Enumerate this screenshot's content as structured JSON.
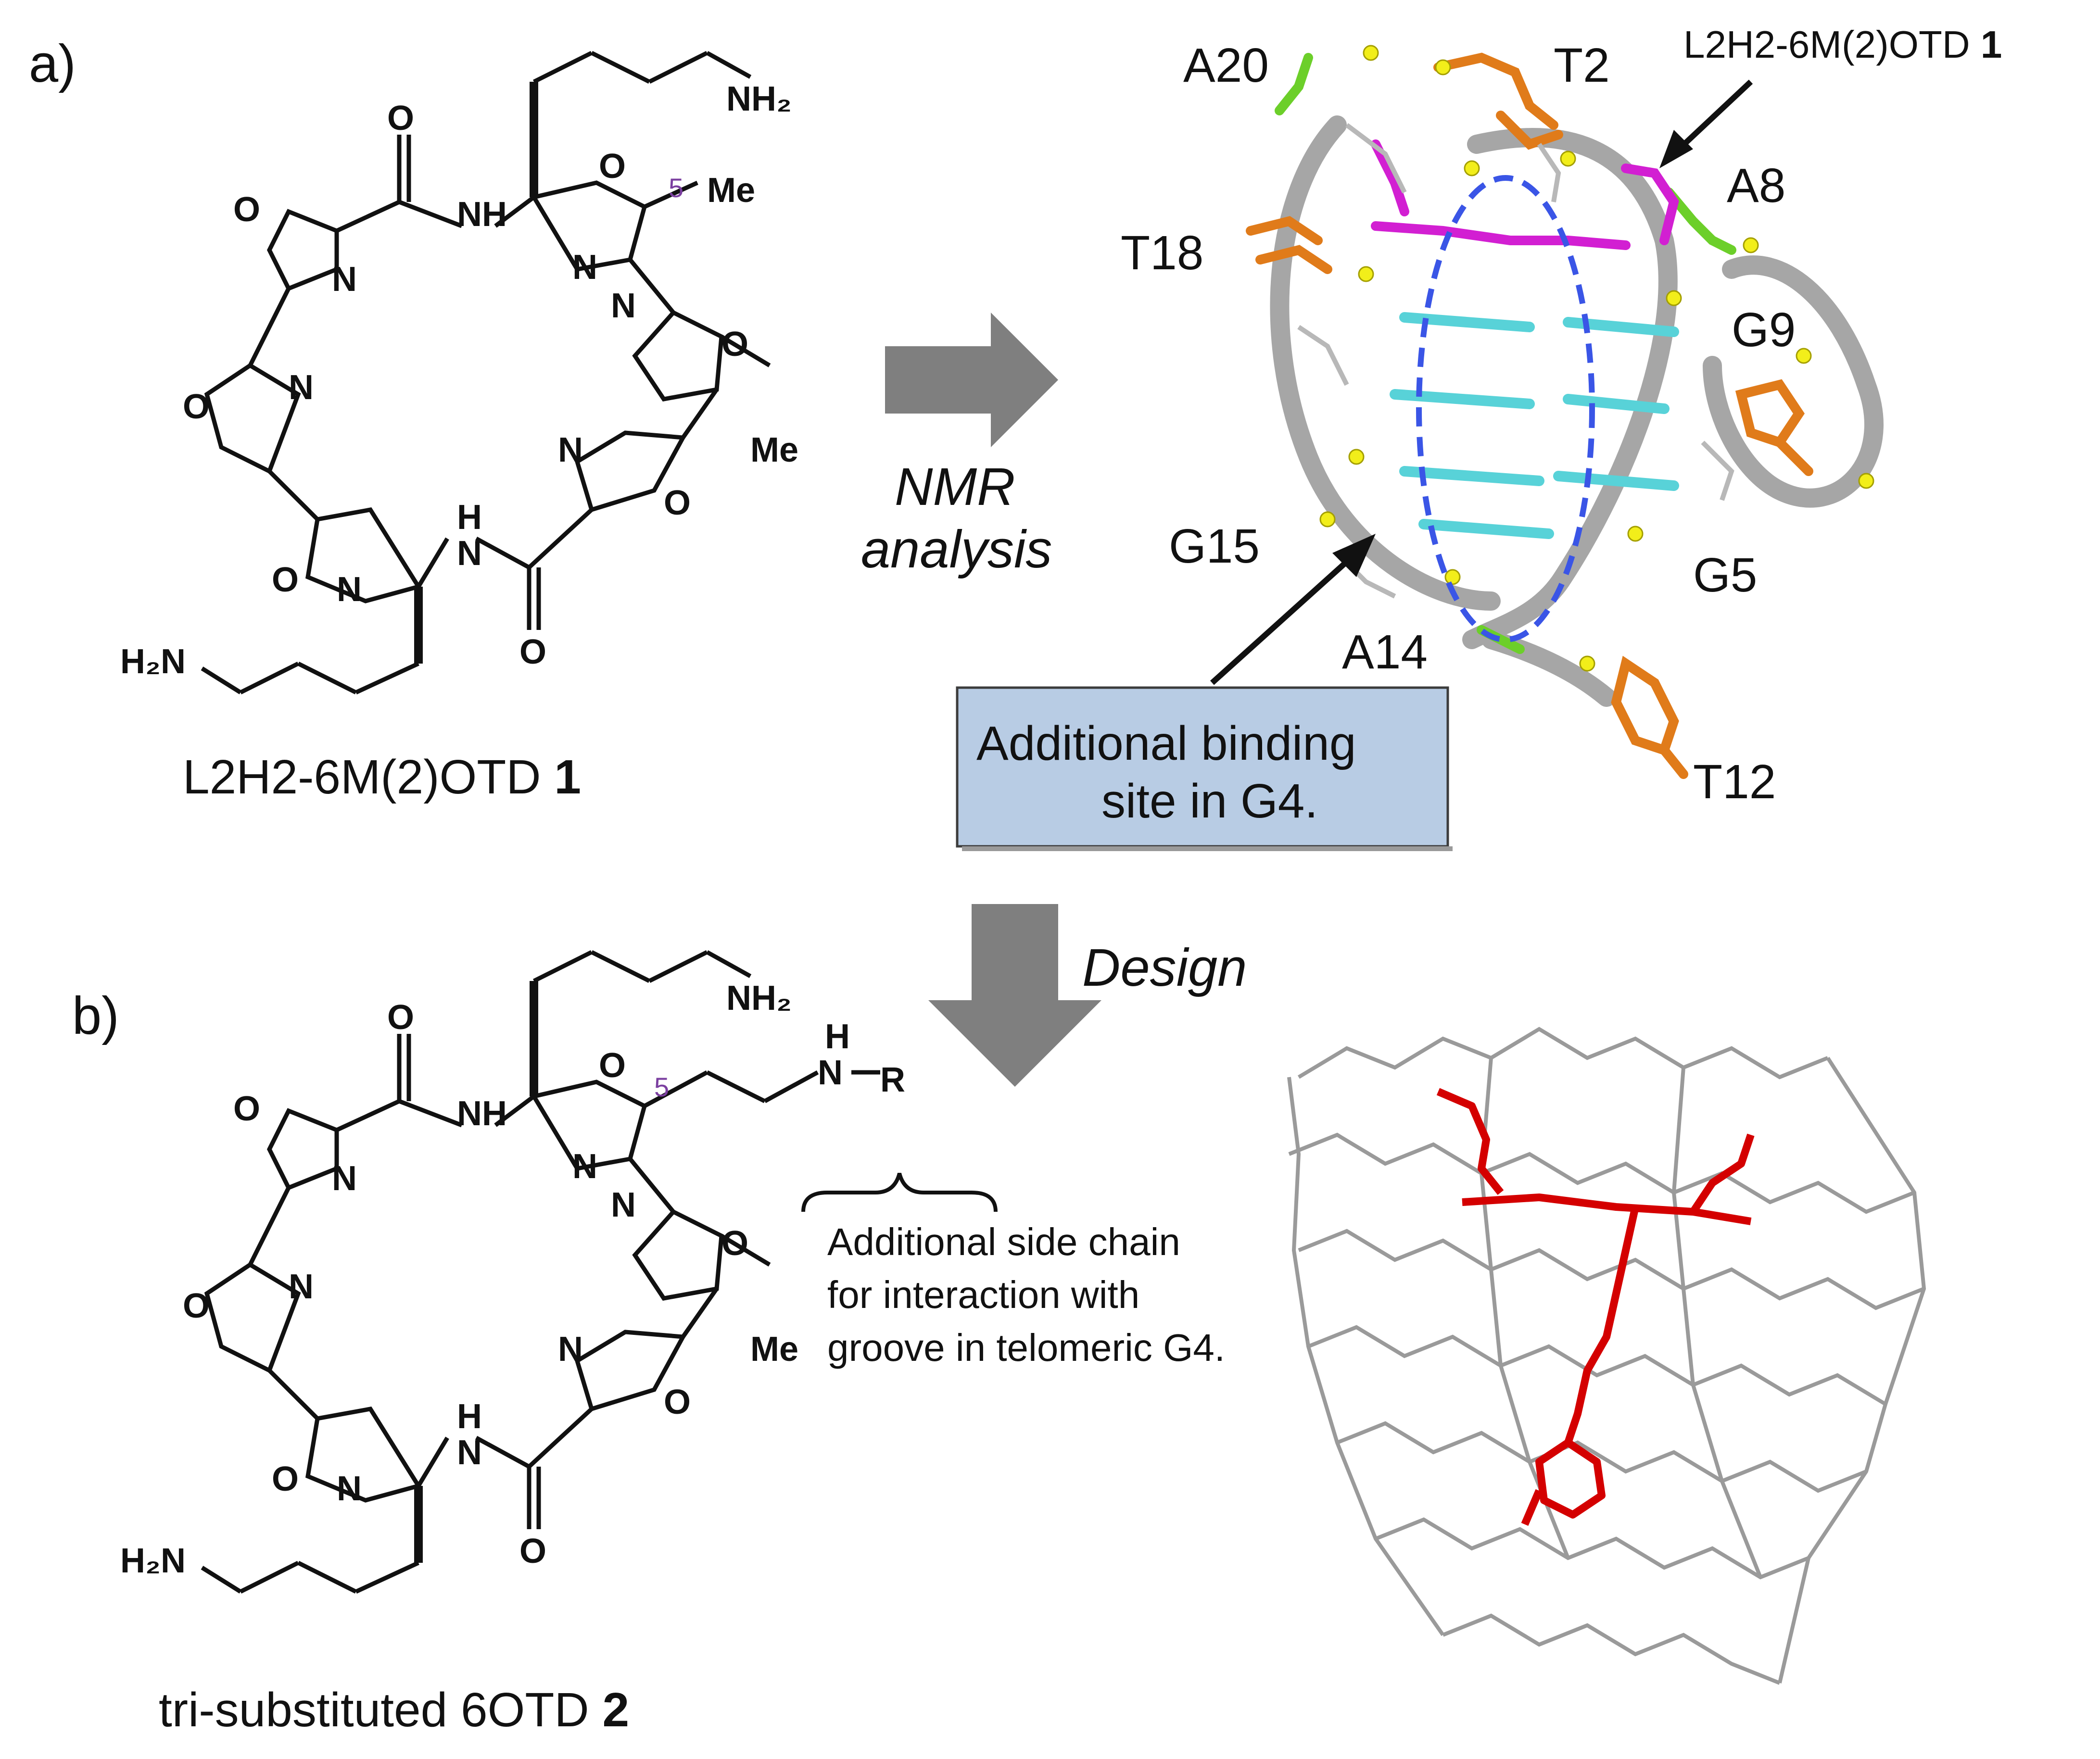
{
  "panel_a": {
    "label": "a)",
    "compound_caption_name": "L2H2-6M(2)OTD",
    "compound_caption_number": "1",
    "atoms": {
      "nh2_top": "NH₂",
      "nh2_bottom": "H₂N",
      "me_top": "Me",
      "me_mid": "Me",
      "position_5": "5"
    },
    "arrow_label_line1": "NMR",
    "arrow_label_line2": "analysis",
    "structure_callout": "L2H2-6M(2)OTD",
    "structure_callout_number": "1",
    "residues": [
      "A20",
      "T2",
      "A8",
      "T18",
      "G9",
      "G15",
      "G5",
      "A14",
      "T12"
    ],
    "binding_site_box_line1": "Additional binding",
    "binding_site_box_line2": "site in G4."
  },
  "panel_b": {
    "label": "b)",
    "design_label": "Design",
    "compound_caption_name": "tri-substituted 6OTD",
    "compound_caption_number": "2",
    "atoms": {
      "nh2_top": "NH₂",
      "nh2_bottom": "H₂N",
      "me_mid": "Me",
      "position_5": "5",
      "sidechain_h": "H",
      "sidechain_n": "N",
      "sidechain_r": "R"
    },
    "sidechain_note": [
      "Additional side chain",
      "for interaction with",
      "groove in telomeric G4."
    ]
  },
  "colors": {
    "arrow": "#7f7f7f",
    "ribbon": "#a6a6a6",
    "ligand_magenta": "#d21fd2",
    "base_orange": "#e07b1a",
    "base_green": "#6ccf2a",
    "base_cyan": "#58d2d8",
    "phosphate_yellow": "#f2ee1a",
    "binding_ellipse": "#3a55e6",
    "box_fill": "#b8cce4",
    "ligand_red": "#d40000",
    "dna_gray": "#9a9a9a",
    "locant_purple": "#7b3fa0"
  }
}
